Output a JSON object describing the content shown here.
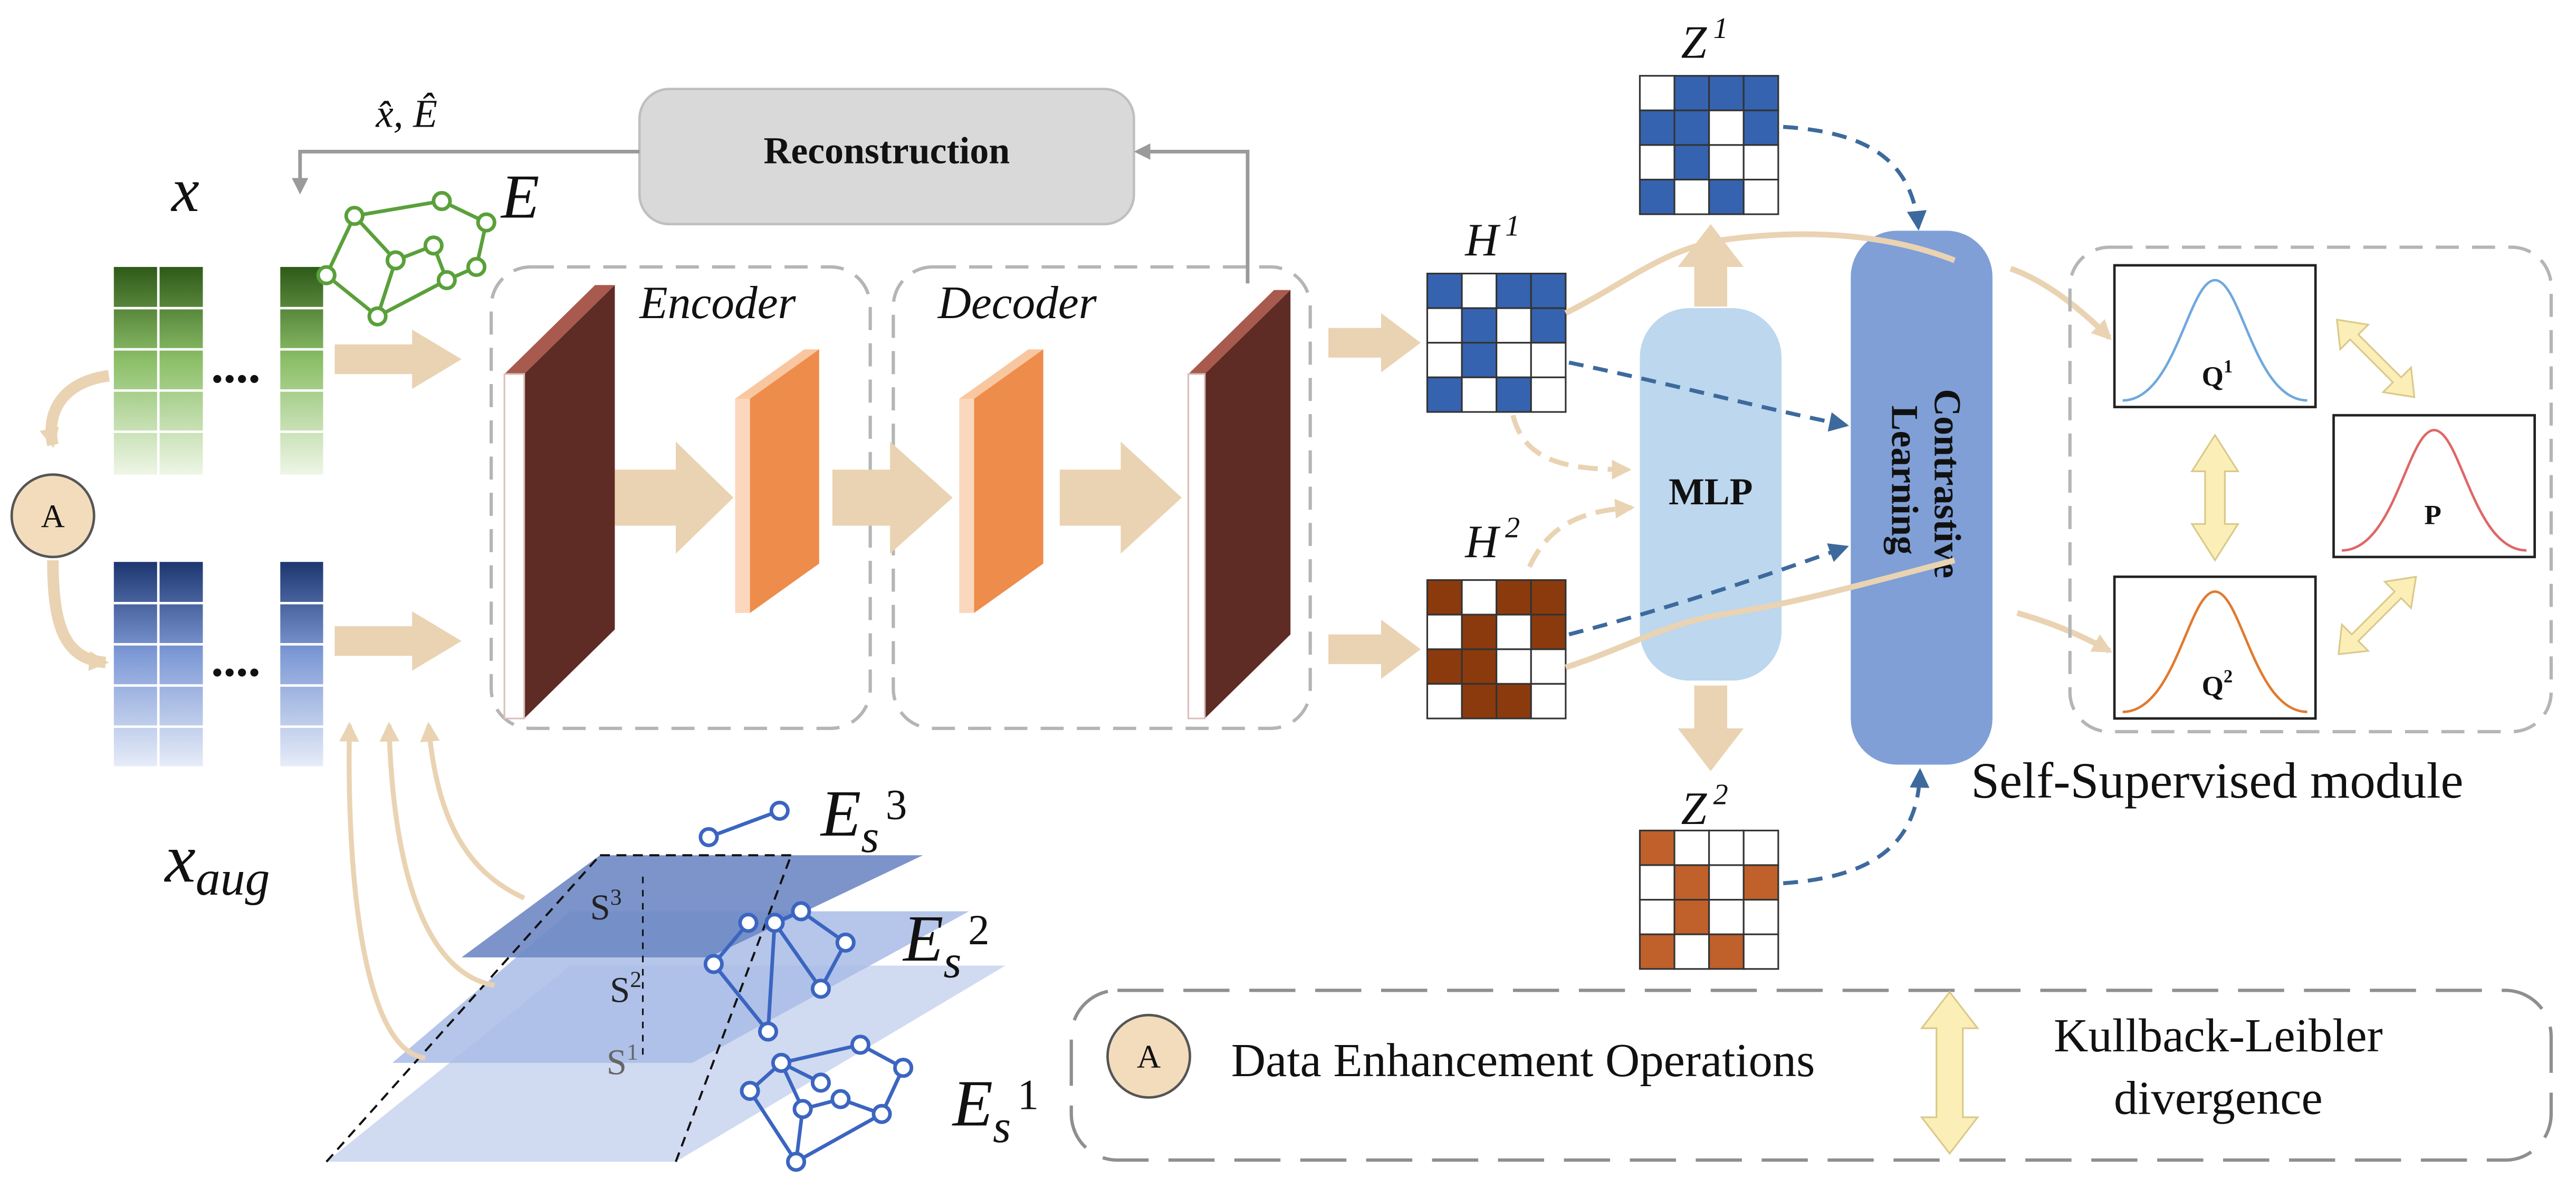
{
  "labels": {
    "x": "x",
    "E": "E",
    "x_aug_base": "x",
    "x_aug_sub": "aug",
    "recon_symbols": "x̂, Ê",
    "reconstruction": "Reconstruction",
    "encoder": "Encoder",
    "decoder": "Decoder",
    "H1_base": "H",
    "H1_sup": "1",
    "H2_base": "H",
    "H2_sup": "2",
    "Z1_base": "Z",
    "Z1_sup": "1",
    "Z2_base": "Z",
    "Z2_sup": "2",
    "mlp": "MLP",
    "contrastive": "Contrastive",
    "learning": "Learning",
    "Q1_base": "Q",
    "Q1_sup": "1",
    "Q2_base": "Q",
    "Q2_sup": "2",
    "P": "P",
    "self_supervised": "Self-Supervised module",
    "A": "A",
    "dots_top": "....",
    "dots_bottom": "....",
    "S3_base": "S",
    "S3_sup": "3",
    "S2_base": "S",
    "S2_sup": "2",
    "S1_base": "S",
    "S1_sup": "1",
    "Es3_E": "E",
    "Es3_s": "s",
    "Es3_sup": "3",
    "Es2_E": "E",
    "Es2_s": "s",
    "Es2_sup": "2",
    "Es1_E": "E",
    "Es1_s": "s",
    "Es1_sup": "1"
  },
  "legend": {
    "A_label": "A",
    "data_enhancement": "Data Enhancement Operations",
    "kl_line1": "Kullback-Leibler",
    "kl_line2": "divergence"
  },
  "colors": {
    "green_dark": "#3a6b20",
    "green_light": "#c9e3b3",
    "blue_dark": "#1f3e78",
    "blue_light": "#c9d6ef",
    "matrix_blue": "#3563b0",
    "matrix_brown": "#8b3a0e",
    "matrix_orange": "#c0602a",
    "layer_maroon": "#6b322b",
    "layer_orange": "#f0904e",
    "mlp_fill": "#bcd7ee",
    "contrastive_fill": "#7f9fd6",
    "arrow_beige": "#ead3b2",
    "dashed_arrow": "#3d6a9c",
    "gray_box": "#d9d9d9",
    "graph_green": "#5aa03a",
    "graph_blue": "#3b65c0",
    "dist_blue": "#6fa8dc",
    "dist_orange": "#e07a2f",
    "dist_red": "#e06666",
    "kl_arrow": "#fbeeb6"
  },
  "matrices": {
    "H1": [
      [
        1,
        0,
        1,
        1
      ],
      [
        0,
        1,
        0,
        1
      ],
      [
        0,
        1,
        0,
        0
      ],
      [
        1,
        0,
        1,
        0
      ]
    ],
    "H2": [
      [
        1,
        0,
        1,
        1
      ],
      [
        0,
        1,
        0,
        1
      ],
      [
        1,
        1,
        0,
        0
      ],
      [
        0,
        1,
        1,
        0
      ]
    ],
    "Z1": [
      [
        0,
        1,
        1,
        1
      ],
      [
        1,
        1,
        0,
        1
      ],
      [
        0,
        1,
        0,
        0
      ],
      [
        1,
        0,
        1,
        0
      ]
    ],
    "Z2": [
      [
        1,
        0,
        0,
        0
      ],
      [
        0,
        1,
        0,
        1
      ],
      [
        0,
        1,
        0,
        0
      ],
      [
        1,
        0,
        1,
        0
      ]
    ]
  }
}
